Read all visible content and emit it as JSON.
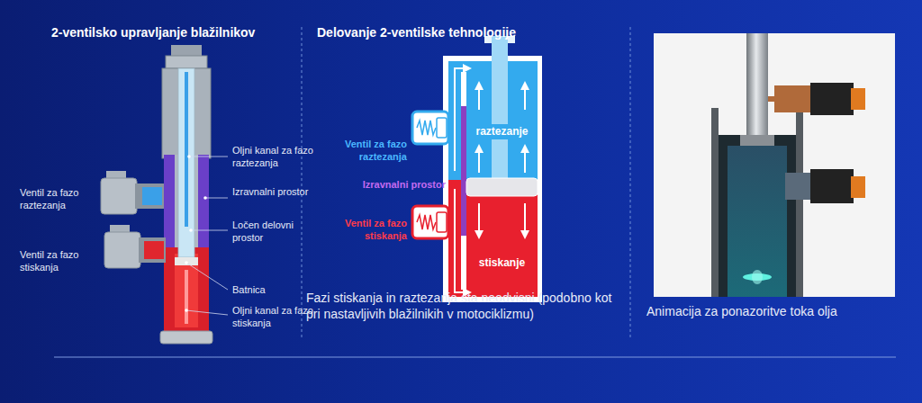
{
  "diagram": {
    "nodes": [
      {
        "text": [
          "raztezanje"
        ]
      },
      {
        "text": [
          "stiskanje"
        ]
      }
    ],
    "labels": [
      "2-ventilsko upravljanje blažilnikov",
      "Oljni kanal za fazo raztezanja",
      "Izravnalni prostor",
      "Ločen delovni prostor",
      "Ventil za fazo raztezanja",
      "Ventil za fazo stiskanja",
      "Batnica",
      "Oljni kanal za fazo stiskanja",
      "Delovanje 2-ventilske tehnologije",
      "Ventil za fazo raztezanja",
      "Izravnalni prostor",
      "Ventil za fazo stiskanja",
      "Fazi stiskanja in raztezanja sta neodvisni (podobno kot pri nastavljivih blažilnikih v motociklizmu)",
      "Animacija za ponazoritve toka olja"
    ]
  }
}
